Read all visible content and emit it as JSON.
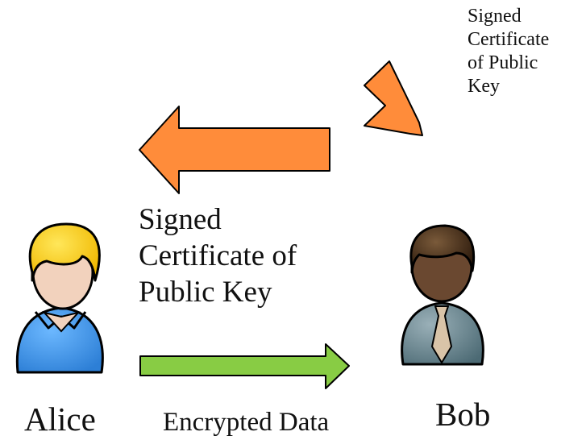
{
  "labels": {
    "cert_small": [
      "Signed",
      "Certificate",
      "of Public",
      "Key"
    ],
    "cert_large": [
      "Signed",
      "Certificate of",
      "Public Key"
    ],
    "encrypted": "Encrypted Data"
  },
  "actors": {
    "alice": "Alice",
    "bob": "Bob"
  },
  "colors": {
    "orange_arrow": "#ff8c3a",
    "green_arrow": "#88cc44",
    "alice_hair": "#f5c800",
    "alice_shirt": "#3a8fe0",
    "skin": "#f2d2bd",
    "bob_hair": "#3a2412",
    "bob_skin": "#6a4830",
    "bob_suit": "#5c7b85",
    "bob_tie": "#d9c4a8",
    "outline": "#000000"
  }
}
